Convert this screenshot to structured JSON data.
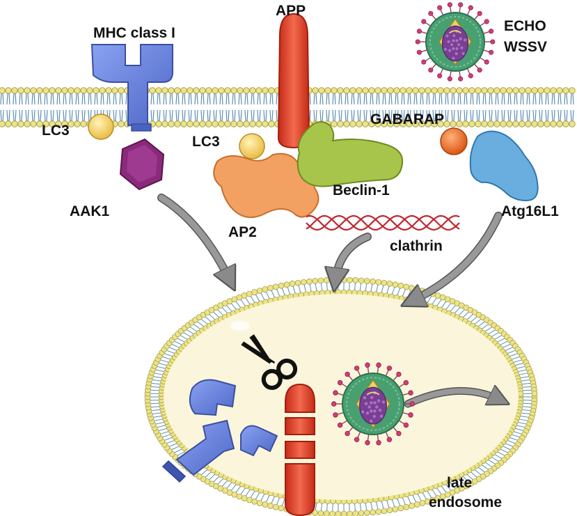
{
  "labels": {
    "mhc": "MHC class I",
    "app": "APP",
    "echo": "ECHO",
    "wssv": "WSSV",
    "gabarap": "GABARAP",
    "lc3_left": "LC3",
    "lc3_mid": "LC3",
    "beclin": "Beclin-1",
    "aak1": "AAK1",
    "ap2": "AP2",
    "atg16l1": "Atg16L1",
    "clathrin": "clathrin",
    "late": "late",
    "endosome": "endosome"
  },
  "colors": {
    "membrane_head": "#ece487",
    "membrane_head_stroke": "#9b9440",
    "membrane_tail": "#5d8cae",
    "mhc": "#6d88e6",
    "app": "#e5432c",
    "lc3": "#f4cf55",
    "aak1": "#8a2a7a",
    "ap2": "#f2a163",
    "beclin": "#a7c54a",
    "gabarap": "#f06a1a",
    "atg16l1": "#6aaee0",
    "clathrin": "#c0272d",
    "virus_shell": "#48a071",
    "virus_core": "#7a3f94",
    "virus_spike": "#d33d76",
    "endosome_fill": "#fbf6db",
    "arrow": "#8a8a8a"
  },
  "icons": [
    "scissors-icon",
    "curved-arrow-icon"
  ]
}
